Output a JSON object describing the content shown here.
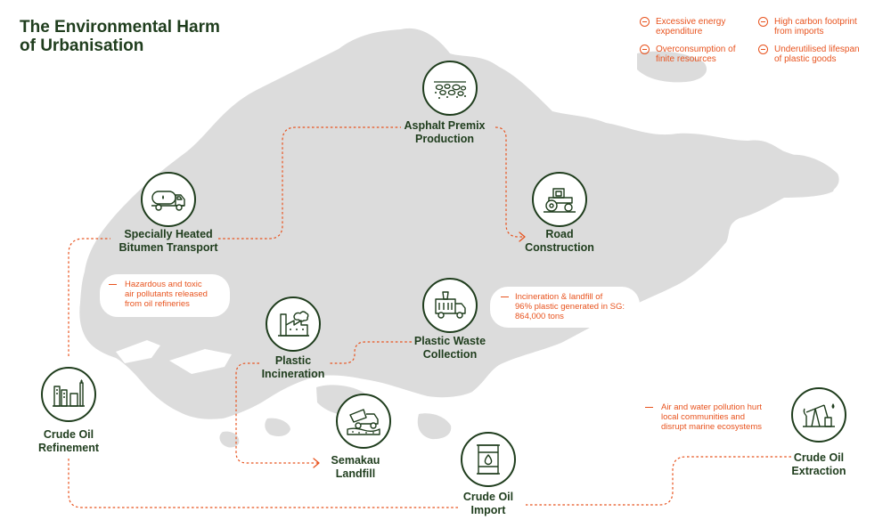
{
  "title": {
    "line1": "The Environmental Harm",
    "line2": "of Urbanisation"
  },
  "legend": [
    {
      "line1": "Excessive energy",
      "line2": "expenditure"
    },
    {
      "line1": "High carbon footprint",
      "line2": "from imports"
    },
    {
      "line1": "Overconsumption of",
      "line2": "finite resources"
    },
    {
      "line1": "Underutilised lifespan",
      "line2": "of plastic goods"
    }
  ],
  "nodes": {
    "asphalt": {
      "line1": "Asphalt Premix",
      "line2": "Production",
      "icon": "asphalt-aggregate-icon"
    },
    "bitumen": {
      "line1": "Specially Heated",
      "line2": "Bitumen Transport",
      "icon": "tanker-truck-icon"
    },
    "road": {
      "line1": "Road",
      "line2": "Construction",
      "icon": "road-roller-icon"
    },
    "waste": {
      "line1": "Plastic Waste",
      "line2": "Collection",
      "icon": "garbage-truck-icon"
    },
    "incineration": {
      "line1": "Plastic",
      "line2": "Incineration",
      "icon": "factory-chimney-icon"
    },
    "refinement": {
      "line1": "Crude Oil",
      "line2": "Refinement",
      "icon": "oil-refinery-icon"
    },
    "landfill": {
      "line1": "Semakau",
      "line2": "Landfill",
      "icon": "dump-truck-icon"
    },
    "import": {
      "line1": "Crude Oil",
      "line2": "Import",
      "icon": "oil-barrel-icon"
    },
    "extraction": {
      "line1": "Crude Oil",
      "line2": "Extraction",
      "icon": "oil-pumpjack-icon"
    }
  },
  "notes": {
    "refinery": {
      "line1": "Hazardous and toxic",
      "line2": "air pollutants released",
      "line3": "from oil refineries"
    },
    "incineration": {
      "line1": "Incineration & landfill of",
      "line2": "96% plastic generated in SG:",
      "line3": "864,000 tons"
    },
    "extraction": {
      "line1": "Air and water pollution hurt",
      "line2": "local communities and",
      "line3": "disrupt marine ecosystems"
    }
  },
  "colors": {
    "dark_green": "#1f3d1d",
    "accent_orange": "#e8531e",
    "map_grey": "#dcdcdc"
  }
}
